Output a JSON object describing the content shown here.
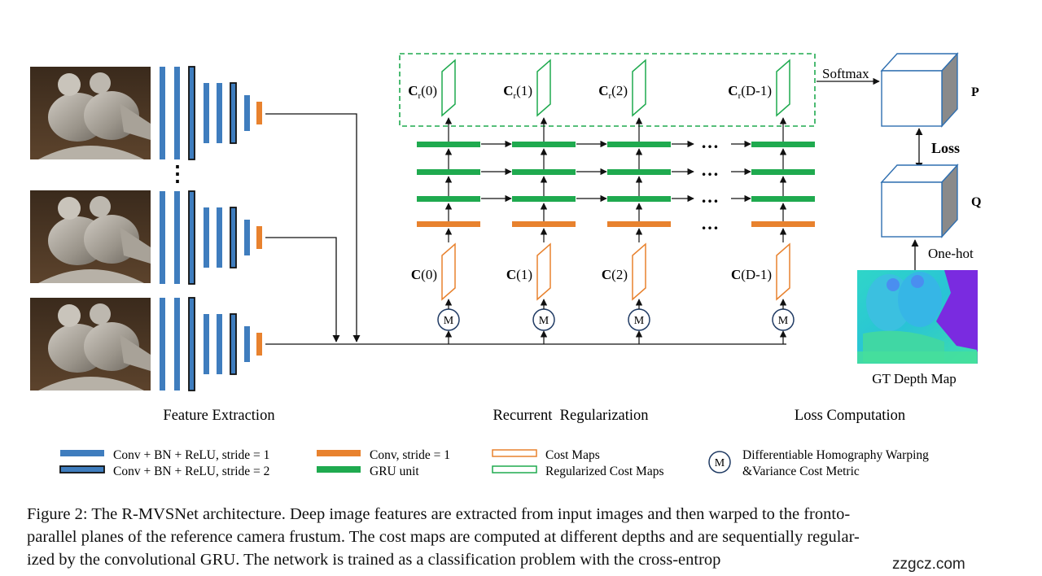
{
  "section_labels": {
    "feature_extraction": "Feature Extraction",
    "recurrent_regularization": "Recurrent  Regularization",
    "loss_computation": "Loss Computation"
  },
  "cost_maps": [
    {
      "bold": "C",
      "rest": "(0)"
    },
    {
      "bold": "C",
      "rest": "(1)"
    },
    {
      "bold": "C",
      "rest": "(2)"
    },
    {
      "bold": "C",
      "rest": "(D-1)"
    }
  ],
  "reg_cost_maps": [
    {
      "bold": "C",
      "sub": "r",
      "rest": "(0)"
    },
    {
      "bold": "C",
      "sub": "r",
      "rest": "(1)"
    },
    {
      "bold": "C",
      "sub": "r",
      "rest": "(2)"
    },
    {
      "bold": "C",
      "sub": "r",
      "rest": "(D-1)"
    }
  ],
  "homography_symbol": "M",
  "ellipsis": "…",
  "vertical_ellipsis": "⋮",
  "loss": {
    "softmax": "Softmax",
    "p": "P",
    "loss": "Loss",
    "q": "Q",
    "one_hot": "One-hot",
    "gt_depth": "GT Depth Map"
  },
  "legend": {
    "conv_bn_relu_s1": "Conv + BN + ReLU, stride = 1",
    "conv_bn_relu_s2": "Conv + BN + ReLU, stride = 2",
    "conv_s1": "Conv, stride = 1",
    "gru": "GRU unit",
    "cost_maps": "Cost Maps",
    "reg_cost_maps": "Regularized Cost Maps",
    "homography_line1": "Differentiable Homography Warping",
    "homography_line2": "&Variance Cost Metric"
  },
  "caption": {
    "line1": "Figure 2: The R-MVSNet architecture. Deep image features are extracted from input images and then warped to the fronto-",
    "line2": "parallel planes of the reference camera frustum. The cost maps are computed at different depths and are sequentially regular-",
    "line3": "ized by the convolutional GRU. The network is trained as a classification problem with the cross-entrop"
  },
  "watermark": "zzgcz.com",
  "colors": {
    "blue": "#3f7dbe",
    "orange": "#e8822e",
    "green": "#1faa4f",
    "navy": "#1f3a63",
    "cube_side": "#8a8a8a"
  },
  "icons": {
    "input_photo": "bird-sculpture-photo",
    "depth_map": "depth-map-image",
    "cube": "probability-volume-cube"
  }
}
